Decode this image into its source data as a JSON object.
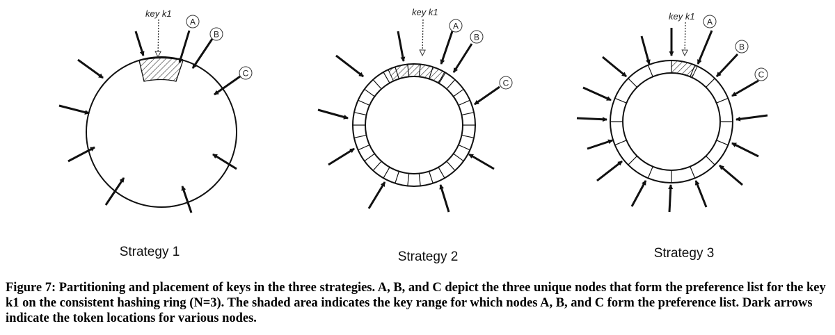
{
  "key_label": "key k1",
  "node_labels": [
    "A",
    "B",
    "C"
  ],
  "strategies": [
    {
      "label": "Strategy 1"
    },
    {
      "label": "Strategy 2"
    },
    {
      "label": "Strategy 3"
    }
  ],
  "caption": "Figure 7: Partitioning and placement of keys in the three strategies. A, B, and C depict the three unique nodes that form the preference list for the key k1 on the consistent hashing ring (N=3). The shaded area indicates the key range for which nodes A, B, and C form the preference list. Dark arrows indicate the token locations for various nodes."
}
